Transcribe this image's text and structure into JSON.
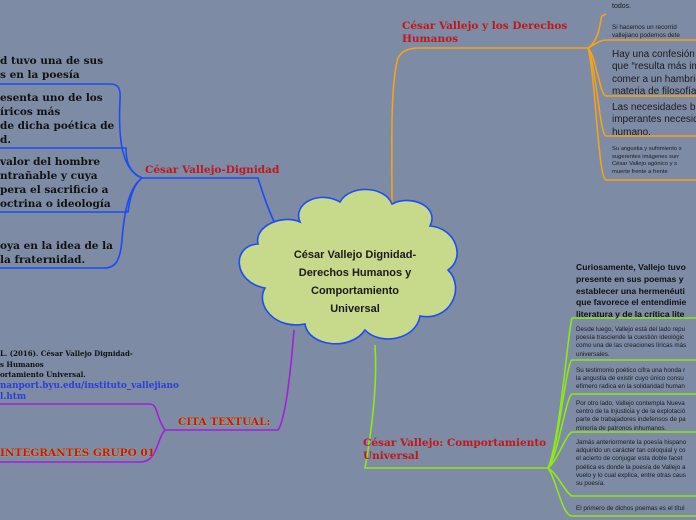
{
  "center": {
    "lines": [
      "César Vallejo Dignidad-",
      "Derechos Humanos y",
      "Comportamiento",
      "Universal"
    ]
  },
  "dignidad": {
    "title": "César Vallejo-Dignidad",
    "items": [
      [
        "d tuvo una de sus",
        "s en la poesía"
      ],
      [
        "esenta uno de los",
        "íricos más",
        "de dicha poética de",
        "d."
      ],
      [
        "valor del hombre",
        "ntrañable y cuya",
        "pera el sacrificio a",
        "octrina o ideología"
      ],
      [
        "oya en la idea de la",
        "la fraternidad."
      ]
    ]
  },
  "derechos": {
    "title_lines": [
      "César Vallejo y los Derechos",
      "Humanos"
    ],
    "items": [
      [
        "todos."
      ],
      [
        "Si hacemos un recorrid",
        "vallejiano podemos dete"
      ],
      [
        "Hay una confesión d",
        "que “resulta más im",
        "comer a un hambrie",
        "materia de filosofía"
      ],
      [
        "Las necesidades b",
        "imperantes necesid",
        "humano."
      ],
      [
        "Su angustia y sufrimiento s",
        "sugerentes imágenes surr",
        "César Vallejo agónico y s",
        "muerte frente a frente"
      ]
    ]
  },
  "comportamiento": {
    "title_lines": [
      "César Vallejo: Comportamiento",
      "Universal"
    ],
    "intro": [
      "Curiosamente, Vallejo tuvo",
      "presente en sus poemas y",
      "establecer una hermenéuti",
      "que favorece el entendimie",
      "literatura y de la crítica lite"
    ],
    "items": [
      [
        "Desde luego, Vallejo está del lado repu",
        "poesía trasciende la cuestión ideológic",
        "como una de las creaciones líricas más",
        "universales."
      ],
      [
        "Su testimonio poético cifra una honda r",
        "la angustia de existir cuyo único consu",
        "efímero radica en la solidaridad human"
      ],
      [
        "Por otro lado, Vallejo contempla Nueva",
        "centro de la injusticia y de la explotació",
        "parte de trabajadores indefensos de pa",
        "minoría de patronos inhumanos."
      ],
      [
        "Jamás anteriormente la poesía hispano",
        "adquirido un carácter tan coloquial y co",
        "el acierto de conjugar esta doble facet",
        "poética es donde la poesía de Vallejo a",
        "vuelo y lo cual explica, entre otras caus",
        "su poesía."
      ],
      [
        "El primero de dichos poemas es el títul"
      ]
    ]
  },
  "cita": {
    "title": "CITA TEXTUAL:",
    "lines": [
      "L. (2016). César Vallejo Dignidad-",
      "s Humanos",
      "ortamiento Universal."
    ],
    "link_lines": [
      "nanport.byu.edu/instituto_vallejiano",
      "l.htm"
    ]
  },
  "integrantes": {
    "title": "INTEGRANTES GRUPO 01"
  },
  "colors": {
    "background": "#7d8ba4",
    "cloud_fill": "#c7d98a",
    "blue_branch": "#1d4cf2",
    "orange_branch": "#f5a21c",
    "green_branch": "#8ee81a",
    "purple_branch": "#a21fd8",
    "title_red": "#c0171b",
    "link_blue": "#2a3fd8"
  }
}
